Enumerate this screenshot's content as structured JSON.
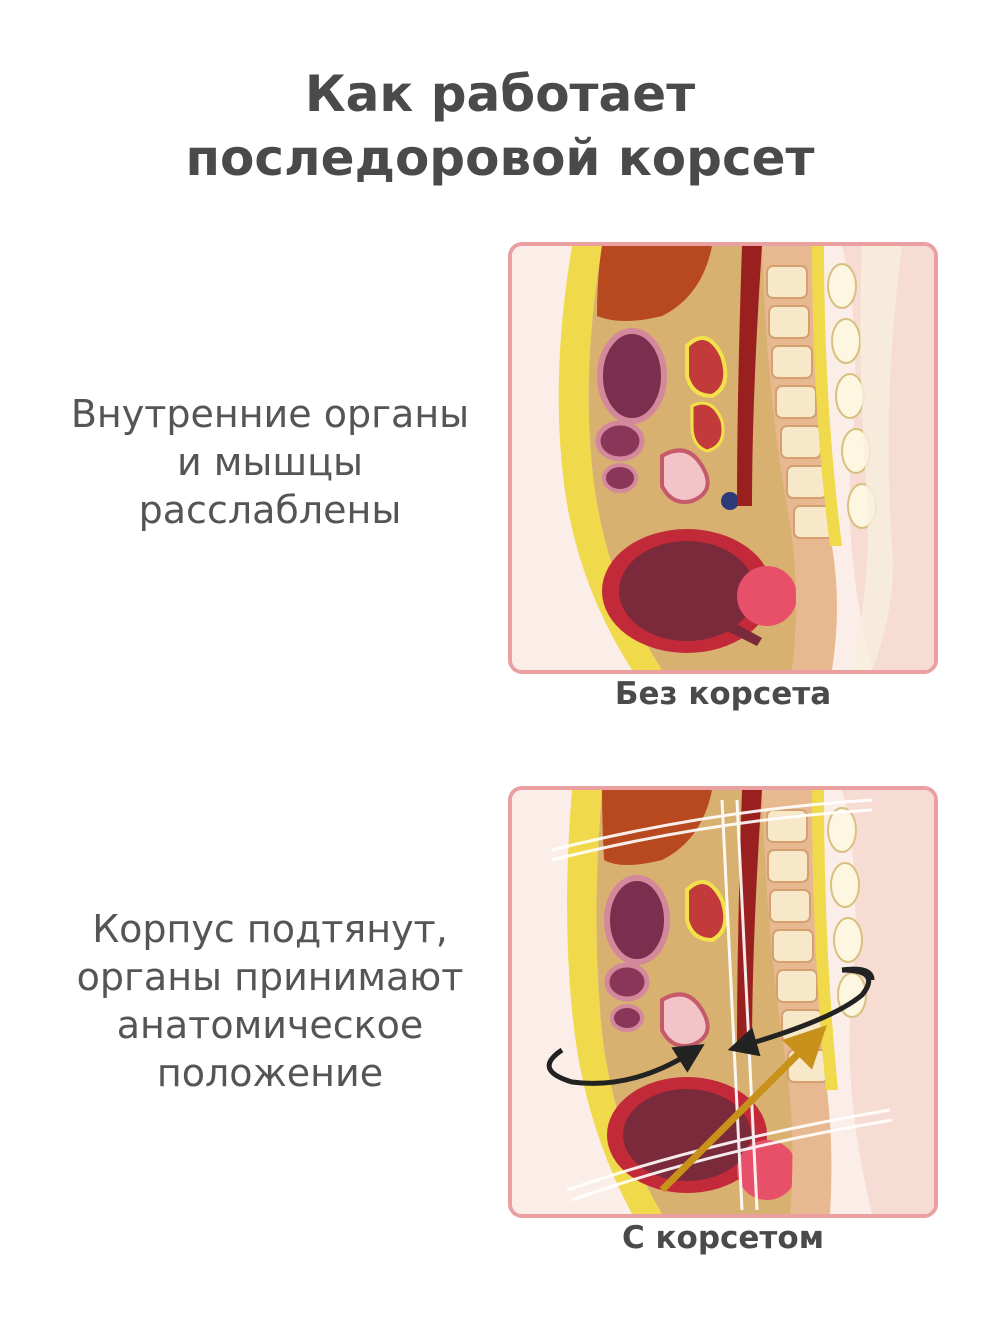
{
  "title": {
    "line1": "Как работает",
    "line2": "последоровой корсет"
  },
  "sections": [
    {
      "description": [
        "Внутренние органы",
        "и мышцы",
        "расслаблены"
      ],
      "caption": "Без корсета"
    },
    {
      "description": [
        "Корпус подтянут,",
        "органы принимают",
        "анатомическое",
        "положение"
      ],
      "caption": "С корсетом"
    }
  ],
  "colors": {
    "panel_border": "#eaa0a0",
    "text": "#4a4a4a",
    "arrow_gold": "#c8921a"
  }
}
